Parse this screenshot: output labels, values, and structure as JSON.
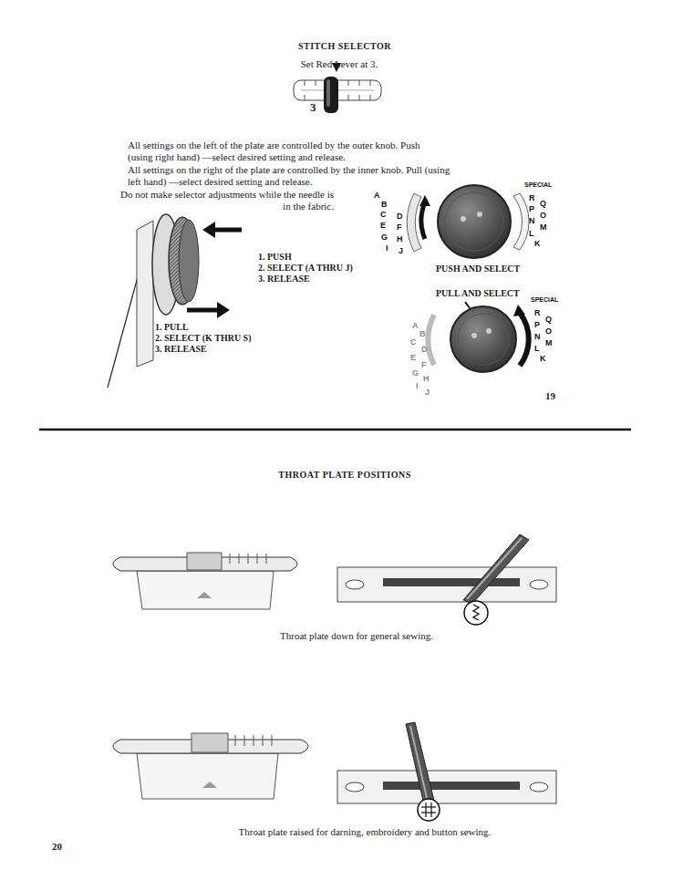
{
  "diagram": {
    "title": "STITCH SELECTOR",
    "labels": [
      "Set Red Lever at 3.",
      "3",
      "All settings on the left of the plate are controlled by the outer knob. Push (using right hand) —select desired setting and release.",
      "All settings on the right of the plate are controlled by the inner knob. Pull (using left hand) —select desired setting and release.",
      "Do not make selector adjustments while the needle is in the fabric.",
      "1. PUSH",
      "2. SELECT (A THRU J)",
      "3. RELEASE",
      "1. PULL",
      "2. SELECT (K THRU S)",
      "3. RELEASE",
      "A",
      "B",
      "C",
      "D",
      "E",
      "F",
      "G",
      "H",
      "I",
      "J",
      "SPECIAL",
      "R",
      "Q",
      "P",
      "O",
      "N",
      "M",
      "L",
      "K",
      "PUSH AND SELECT",
      "PULL AND SELECT",
      "A",
      "B",
      "C",
      "D",
      "E",
      "F",
      "G",
      "H",
      "I",
      "J",
      "SPECIAL",
      "R",
      "Q",
      "P",
      "O",
      "N",
      "M",
      "L",
      "K",
      "19",
      "THROAT PLATE POSITIONS",
      "Throat plate down for general sewing.",
      "Throat plate raised for darning, embroidery and button sewing.",
      "20"
    ]
  }
}
